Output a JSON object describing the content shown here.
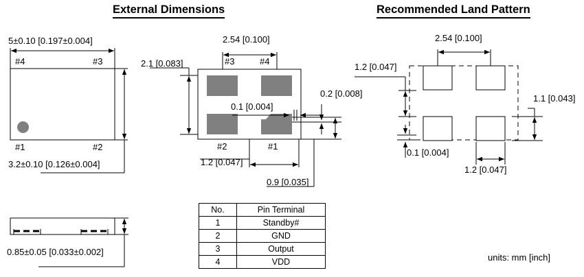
{
  "document": {
    "units_note": "units:  mm [inch]"
  },
  "sections": {
    "external_dimensions": {
      "title": "External Dimensions",
      "top_view": {
        "width_dim": "5±0.10 [0.197±0.004]",
        "height_dim": "3.2±0.10 [0.126±0.004]",
        "pin_labels": {
          "top_left": "#4",
          "top_right": "#3",
          "bottom_left": "#1",
          "bottom_right": "#2"
        },
        "marker": "pin1-dot"
      },
      "side_view": {
        "height_dim": "0.85±0.05 [0.033±0.002]"
      },
      "bottom_view": {
        "pad_pitch_dim": "2.54 [0.100]",
        "pad_span_vertical_dim": "2.1 [0.083]",
        "chamfer_dim": "0.1 [0.004]",
        "gap_dim": "0.2 [0.008]",
        "pad_offset_dim": "1.2 [0.047]",
        "pad_width_dim": "0.9 [0.035]",
        "pin_labels": {
          "top_left": "#3",
          "top_right": "#4",
          "bottom_left": "#2",
          "bottom_right": "#1"
        }
      }
    },
    "land_pattern": {
      "title": "Recommended Land Pattern",
      "dims": {
        "pitch": "2.54 [0.100]",
        "pad_height_left": "1.2 [0.047]",
        "pad_gap_vertical": "0.1 [0.004]",
        "pad_height_right": "1.1 [0.043]",
        "pad_width_bottom": "1.2 [0.047]"
      }
    }
  },
  "pin_table": {
    "headers": [
      "No.",
      "Pin Terminal"
    ],
    "rows": [
      {
        "no": "1",
        "terminal": "Standby#"
      },
      {
        "no": "2",
        "terminal": "GND"
      },
      {
        "no": "3",
        "terminal": "Output"
      },
      {
        "no": "4",
        "terminal": "VDD"
      }
    ]
  },
  "colors": {
    "pad_fill": "#808080",
    "line": "#000000",
    "background": "#ffffff"
  }
}
